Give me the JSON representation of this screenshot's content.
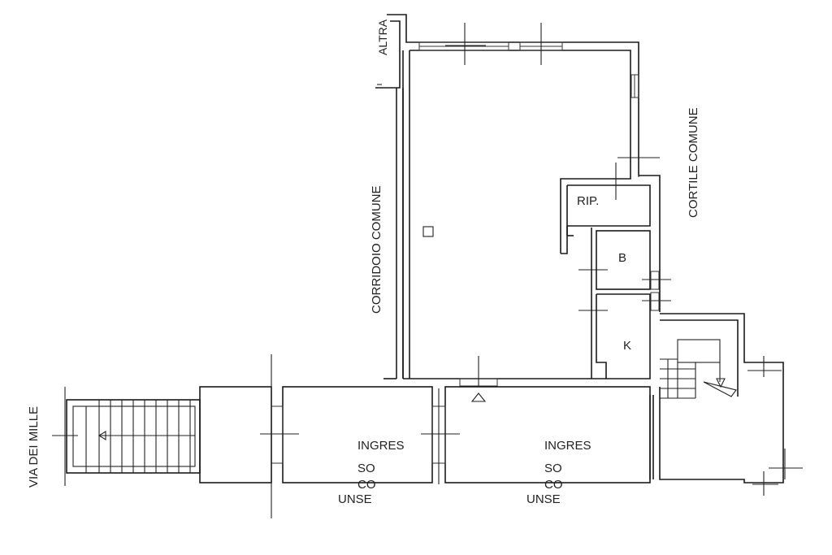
{
  "labels": {
    "altra": "ALTRA",
    "corridoio": "CORRIDOIO COMUNE",
    "cortile": "CORTILE COMUNE",
    "via": "VIA DEI MILLE",
    "rip": "RIP.",
    "bagno": "B",
    "cucina": "K",
    "ingresso_1": {
      "l1": "INGRES",
      "l2": "SO",
      "l3": "CO",
      "l4": "UNSE"
    },
    "ingresso_2": {
      "l1": "INGRES",
      "l2": "SO",
      "l3": "CO",
      "l4": "UNSE"
    }
  }
}
